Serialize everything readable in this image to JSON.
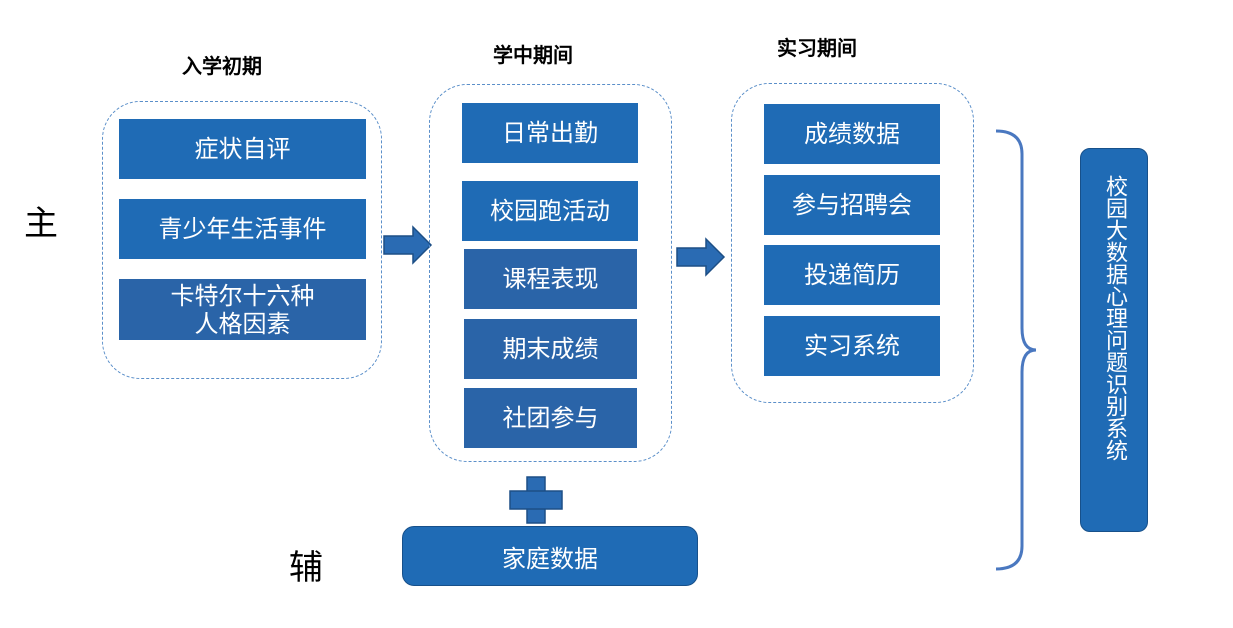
{
  "labels": {
    "main": "主",
    "aux": "辅"
  },
  "phases": [
    {
      "title": "入学初期",
      "items": [
        "症状自评",
        "青少年生活事件",
        "卡特尔十六种\n人格因素"
      ]
    },
    {
      "title": "学中期间",
      "items": [
        "日常出勤",
        "校园跑活动",
        "课程表现",
        "期末成绩",
        "社团参与"
      ]
    },
    {
      "title": "实习期间",
      "items": [
        "成绩数据",
        "参与招聘会",
        "投递简历",
        "实习系统"
      ]
    }
  ],
  "family": "家庭数据",
  "system": "校园大数据心理问题识别系统",
  "colors": {
    "box": "#1f6bb5",
    "box_alt": "#2a64a8",
    "dashed_border": "#5b8fc9",
    "brace": "#4a78c0"
  }
}
